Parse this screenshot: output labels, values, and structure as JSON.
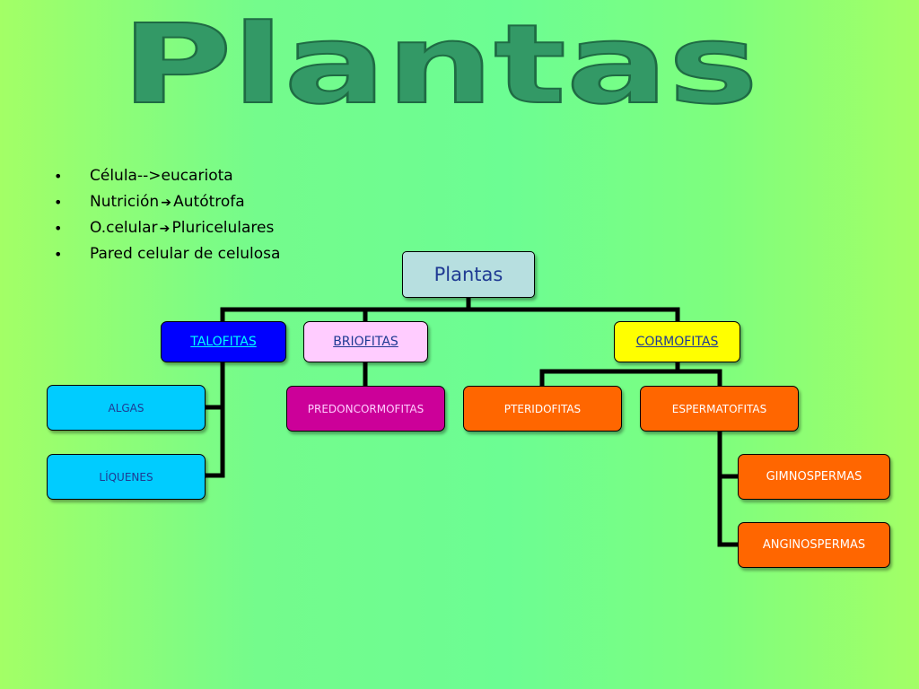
{
  "title": "Plantas",
  "bullets": [
    {
      "text": "Célula-->eucariota",
      "parts": []
    },
    {
      "text": "",
      "parts": [
        "Nutrición",
        "Autótrofa"
      ]
    },
    {
      "text": "",
      "parts": [
        "O.celular",
        "Pluricelulares"
      ]
    },
    {
      "text": "Pared celular de celulosa",
      "parts": []
    }
  ],
  "tree": {
    "root": "Plantas",
    "talofitas": "TALOFITAS",
    "briofitas": "BRIOFITAS",
    "cormofitas": "CORMOFITAS",
    "algas": "ALGAS",
    "liquenes": "LÍQUENES",
    "predoncormofitas": "PREDONCORMOFITAS",
    "pteridofitas": "PTERIDOFITAS",
    "espermatofitas": "ESPERMATOFITAS",
    "gimnospermas": "GIMNOSPERMAS",
    "anginospermas": "ANGINOSPERMAS"
  },
  "colors": {
    "title_fill": "#339966",
    "root": "#b7dfe0",
    "talofitas": "#0000ff",
    "briofitas": "#ffccff",
    "cormofitas": "#ffff00",
    "cyan_nodes": "#00ccff",
    "magenta": "#cc0099",
    "orange": "#ff6600"
  }
}
